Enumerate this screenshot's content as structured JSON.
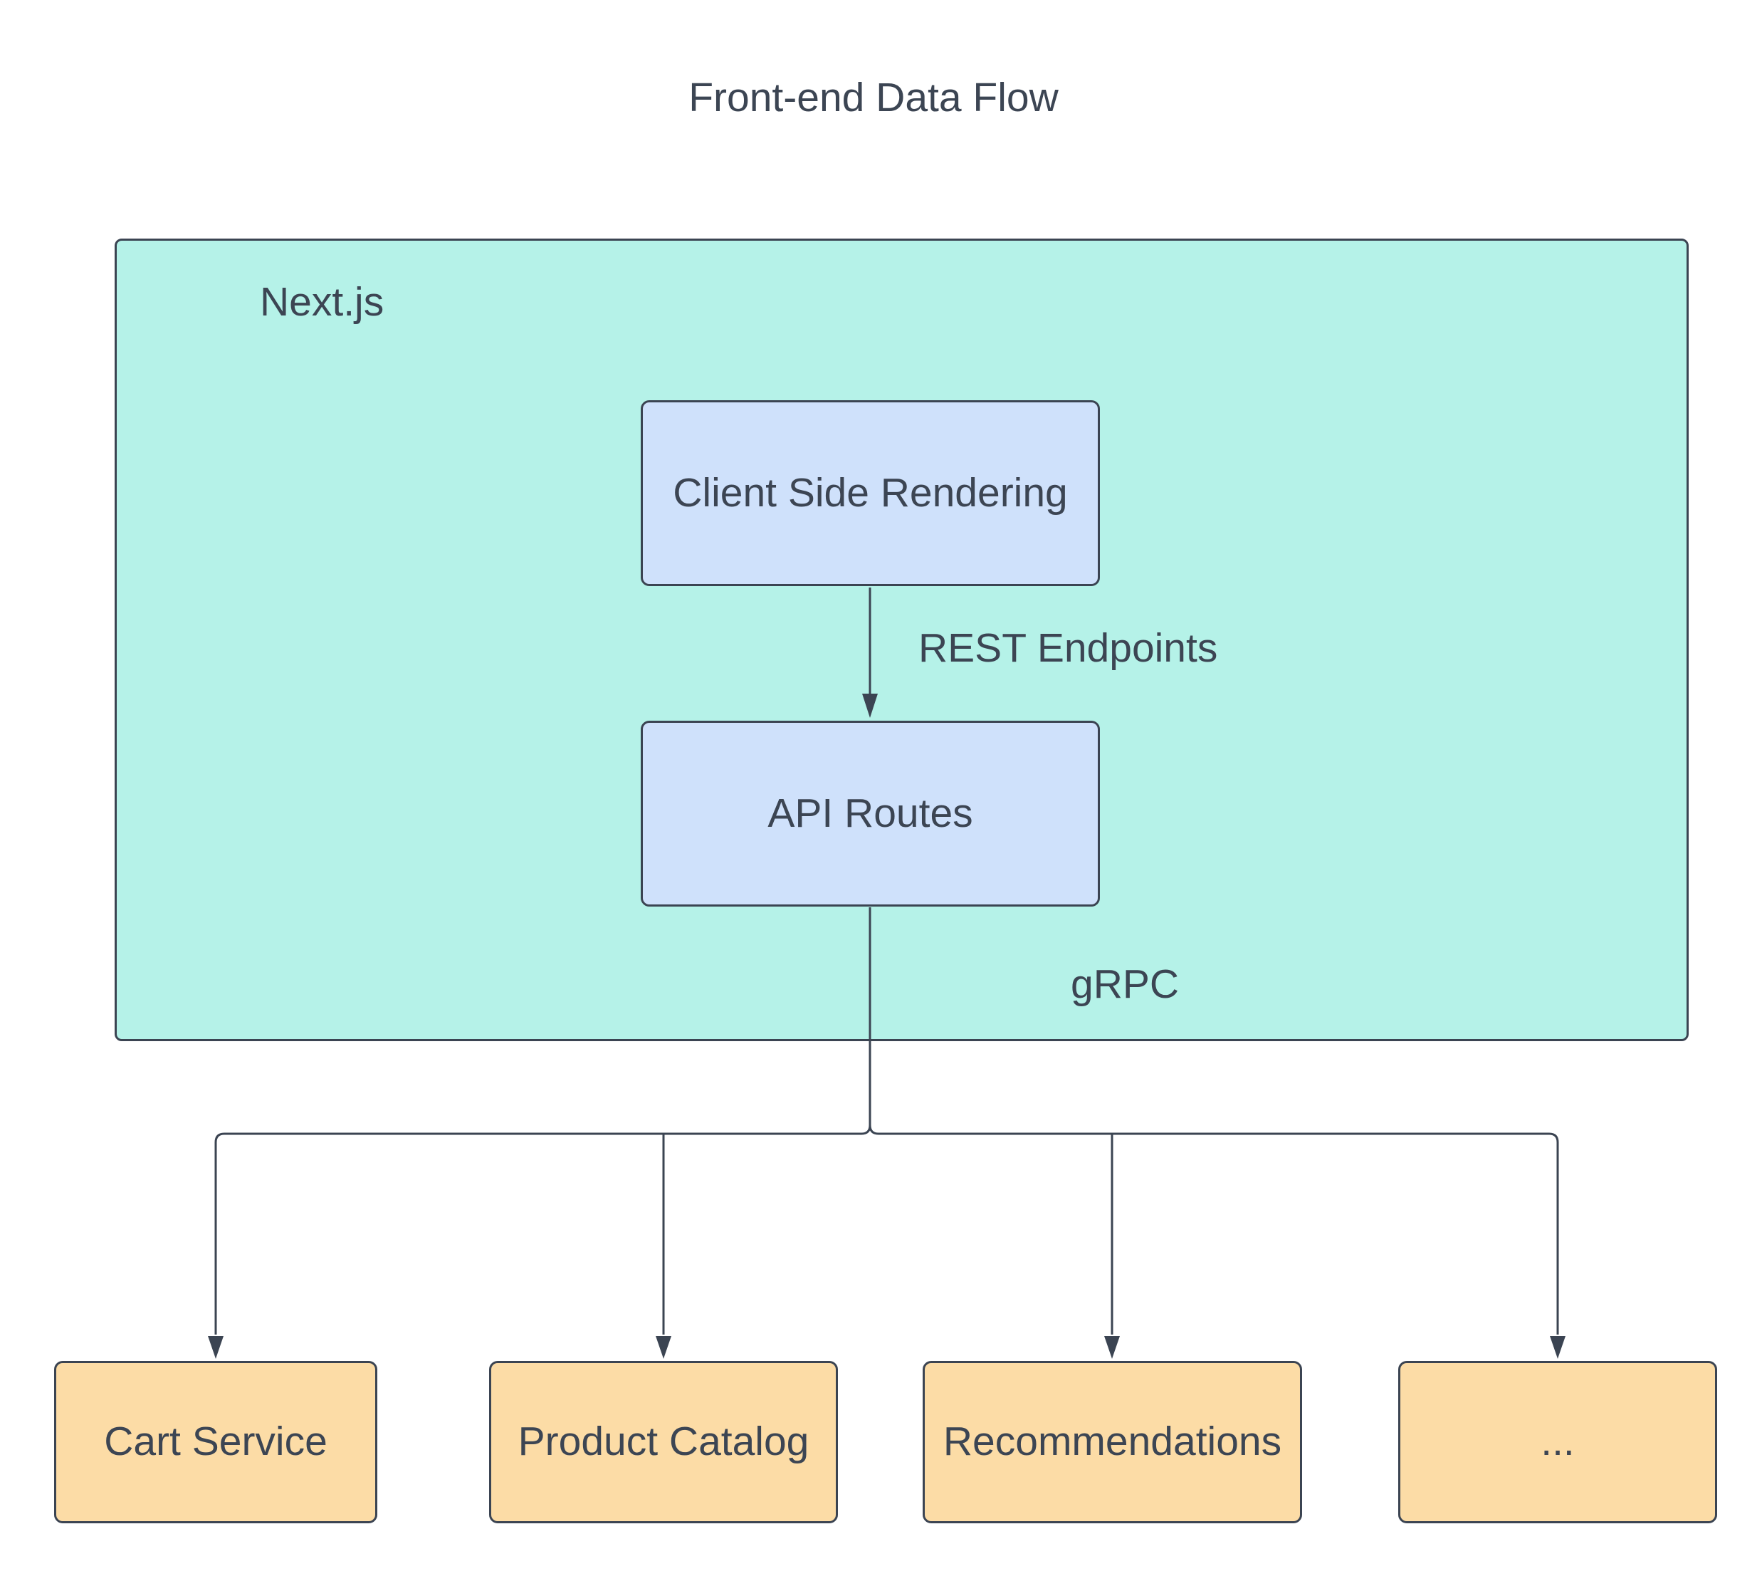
{
  "diagram": {
    "title": "Front-end Data Flow",
    "group": {
      "label": "Next.js"
    },
    "nodes": {
      "csr": {
        "label": "Client Side Rendering"
      },
      "api": {
        "label": "API Routes"
      },
      "cart": {
        "label": "Cart Service"
      },
      "catalog": {
        "label": "Product Catalog"
      },
      "recommendations": {
        "label": "Recommendations"
      },
      "more": {
        "label": "..."
      }
    },
    "edge_labels": {
      "rest": "REST Endpoints",
      "grpc": "gRPC"
    },
    "colors": {
      "group_fill": "#b5f2e8",
      "frontend_node_fill": "#cfe1fb",
      "service_node_fill": "#fcdca6",
      "stroke": "#3b4452",
      "text": "#3c4553"
    }
  }
}
